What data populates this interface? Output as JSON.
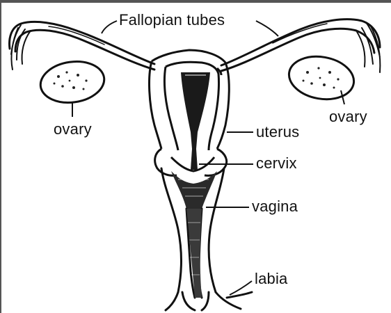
{
  "labels": {
    "fallopian_tubes": "Fallopian tubes",
    "ovary_left": "ovary",
    "ovary_right": "ovary",
    "uterus": "uterus",
    "cervix": "cervix",
    "vagina": "vagina",
    "labia": "labia"
  },
  "colors": {
    "ink": "#111111",
    "background": "#ffffff",
    "border": "#555555"
  }
}
